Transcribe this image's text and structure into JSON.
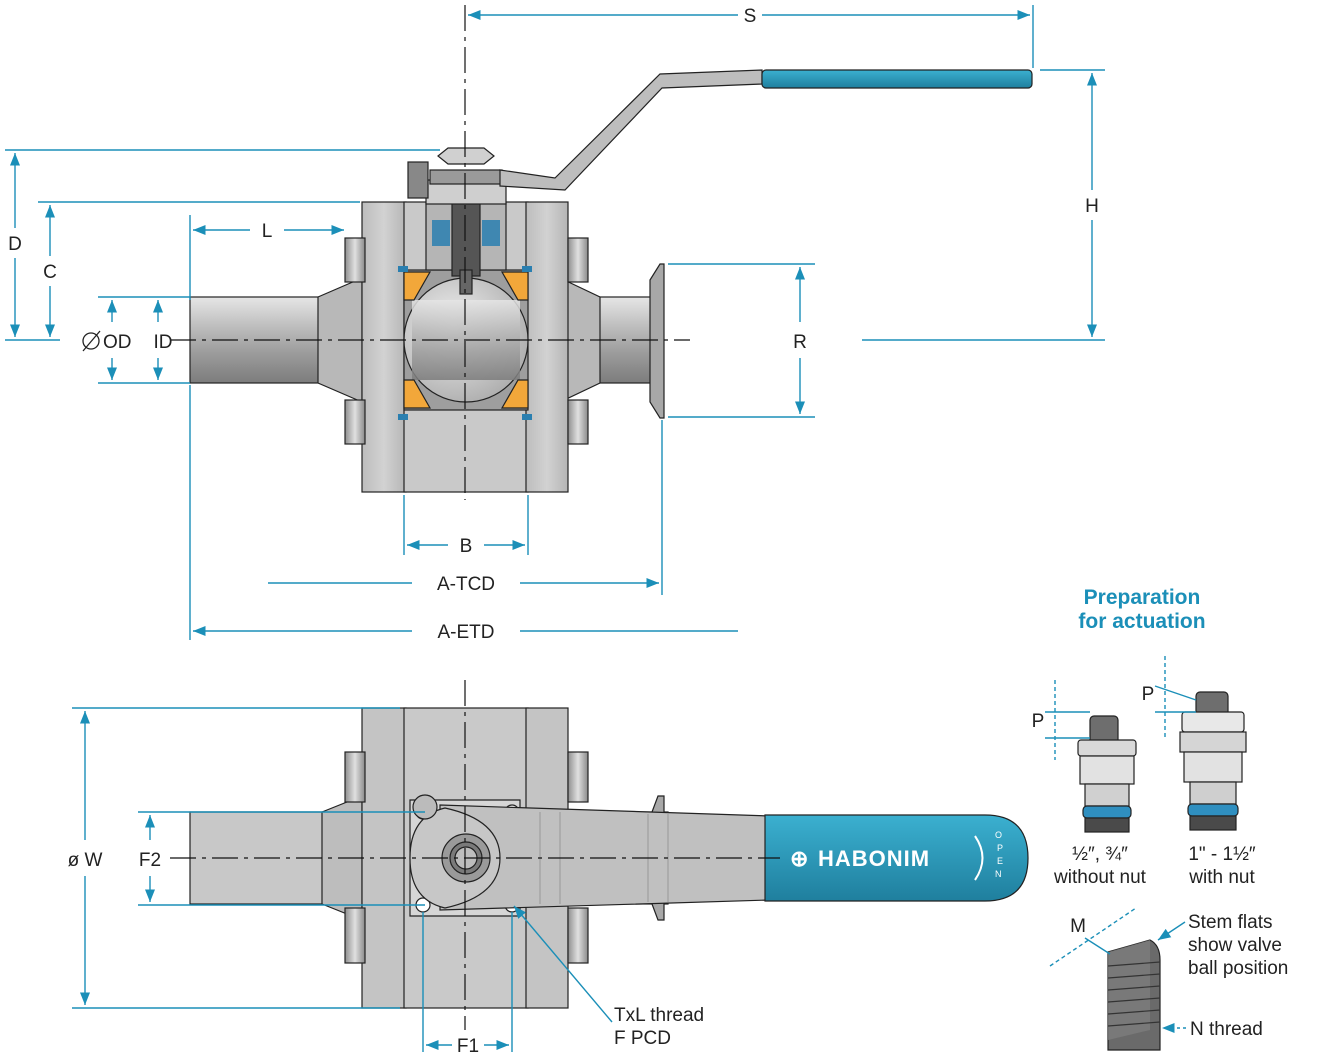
{
  "labels": {
    "S": "S",
    "H": "H",
    "D": "D",
    "C": "C",
    "L": "L",
    "OD": "OD",
    "ID": "ID",
    "R": "R",
    "B": "B",
    "A_TCD": "A-TCD",
    "A_ETD": "A-ETD",
    "W": "ø W",
    "F2": "F2",
    "F1": "F1",
    "thread_line1": "TxL thread",
    "thread_line2": "F PCD",
    "P1": "P",
    "P2": "P",
    "M": "M",
    "N_thread": "N thread"
  },
  "actuation": {
    "title_line1": "Preparation",
    "title_line2": "for actuation",
    "left_size": "½″, ¾″",
    "left_note": "without nut",
    "right_size": "1\" - 1½″",
    "right_note": "with nut",
    "stem_line1": "Stem flats",
    "stem_line2": "show valve",
    "stem_line3": "ball position"
  },
  "handle": {
    "brand": "HABONIM",
    "open": [
      "O",
      "P",
      "E",
      "N"
    ]
  },
  "colors": {
    "dimension": "#1b8fb8",
    "handle_blue": "#2596b8",
    "seal_orange": "#f2a73a",
    "body_gray": "#c9c9c9"
  }
}
